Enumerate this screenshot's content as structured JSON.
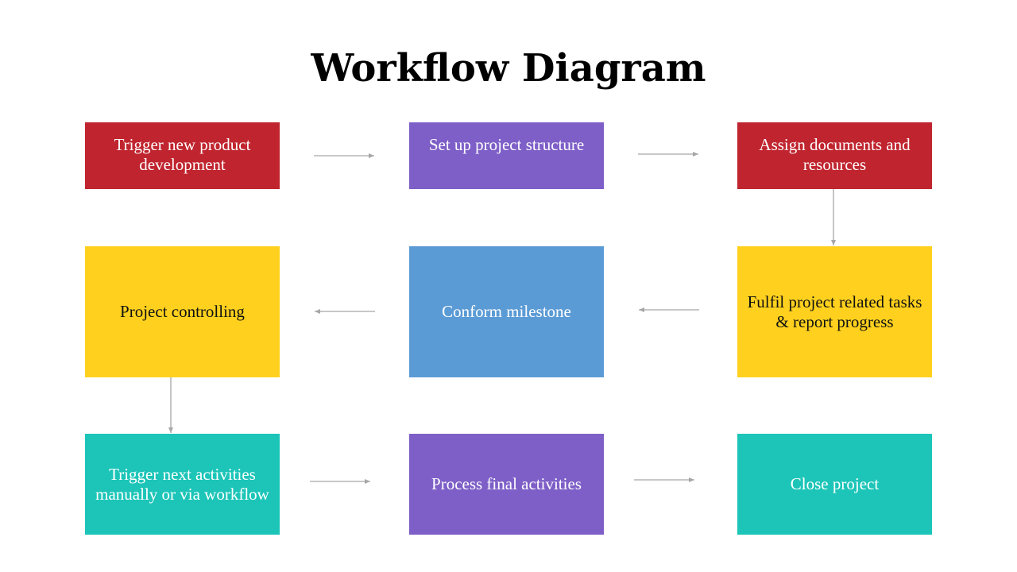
{
  "title": "Workflow Diagram",
  "colors": {
    "red": "#C0252F",
    "purple": "#7E5FC7",
    "blue": "#5B9BD5",
    "yellow": "#FFD11E",
    "teal": "#1CC5B8",
    "arrow": "#A6A6A6",
    "text_light": "#FFFFFF",
    "text_dark": "#111111"
  },
  "steps": [
    {
      "label": "Trigger new product development",
      "color": "red",
      "text": "text_light"
    },
    {
      "label": "Set up project structure",
      "color": "purple",
      "text": "text_light"
    },
    {
      "label": "Assign documents and resources",
      "color": "red",
      "text": "text_light"
    },
    {
      "label": "Fulfil project related tasks & report progress",
      "color": "yellow",
      "text": "text_dark"
    },
    {
      "label": "Conform milestone",
      "color": "blue",
      "text": "text_light"
    },
    {
      "label": "Project controlling",
      "color": "yellow",
      "text": "text_dark"
    },
    {
      "label": "Trigger next activities manually or via workflow",
      "color": "teal",
      "text": "text_light"
    },
    {
      "label": "Process final activities",
      "color": "purple",
      "text": "text_light"
    },
    {
      "label": "Close project",
      "color": "teal",
      "text": "text_light"
    }
  ],
  "connections": [
    {
      "from": 0,
      "to": 1
    },
    {
      "from": 1,
      "to": 2
    },
    {
      "from": 2,
      "to": 3
    },
    {
      "from": 3,
      "to": 4
    },
    {
      "from": 4,
      "to": 5
    },
    {
      "from": 5,
      "to": 6
    },
    {
      "from": 6,
      "to": 7
    },
    {
      "from": 7,
      "to": 8
    }
  ]
}
